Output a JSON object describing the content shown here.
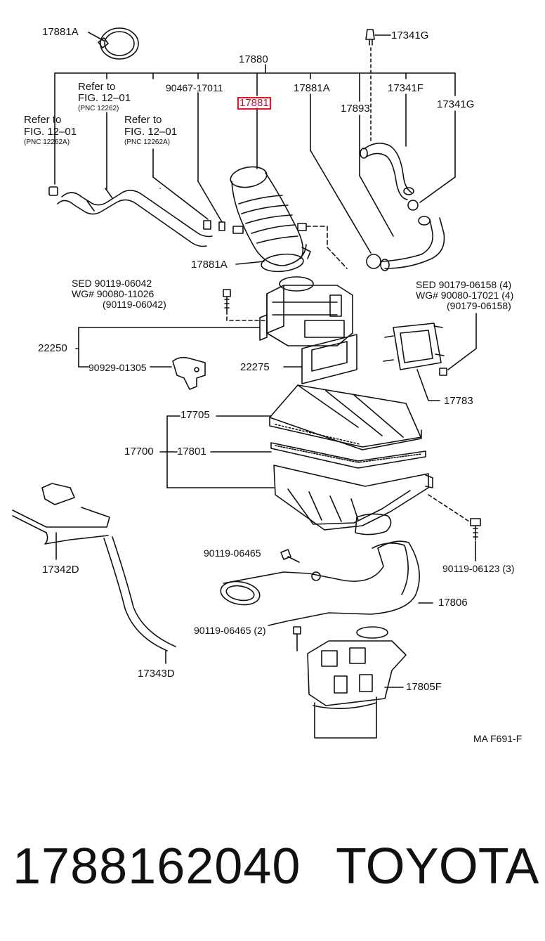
{
  "diagram": {
    "labels": {
      "l_17881A_top": "17881A",
      "l_17880": "17880",
      "l_17341G_top": "17341G",
      "l_refer1_a": "Refer to",
      "l_refer1_b": "FIG. 12–01",
      "l_refer1_c": "(PNC 12262)",
      "l_90467": "90467-17011",
      "l_17881_hl": "17881",
      "l_17881A_mid": "17881A",
      "l_17341F": "17341F",
      "l_17893": "17893",
      "l_17341G_mid": "17341G",
      "l_refer2_a": "Refer to",
      "l_refer2_b": "FIG. 12–01",
      "l_refer2_c": "(PNC 12262A)",
      "l_refer3_a": "Refer to",
      "l_refer3_b": "FIG. 12–01",
      "l_refer3_c": "(PNC 12262A)",
      "l_17881A_low": "17881A",
      "l_sed1": "SED   90119-06042",
      "l_wg1": "WG#  90080-11026",
      "l_wg1b": "(90119-06042)",
      "l_sed2": "SED   90179-06158 (4)",
      "l_wg2": "WG#  90080-17021 (4)",
      "l_wg2b": "(90179-06158)",
      "l_22250": "22250",
      "l_90929": "90929-01305",
      "l_22275": "22275",
      "l_17783": "17783",
      "l_17705": "17705",
      "l_17700": "17700",
      "l_17801": "17801",
      "l_17342D": "17342D",
      "l_90119_06465": "90119-06465",
      "l_90119_06123": "90119-06123 (3)",
      "l_17806": "17806",
      "l_90119_06465_2": "90119-06465 (2)",
      "l_17343D": "17343D",
      "l_17805F": "17805F",
      "l_ref": "MA F691-F"
    },
    "highlight_color": "#e8142b"
  },
  "footer": {
    "part_number": "1788162040",
    "brand": "TOYOTA"
  }
}
